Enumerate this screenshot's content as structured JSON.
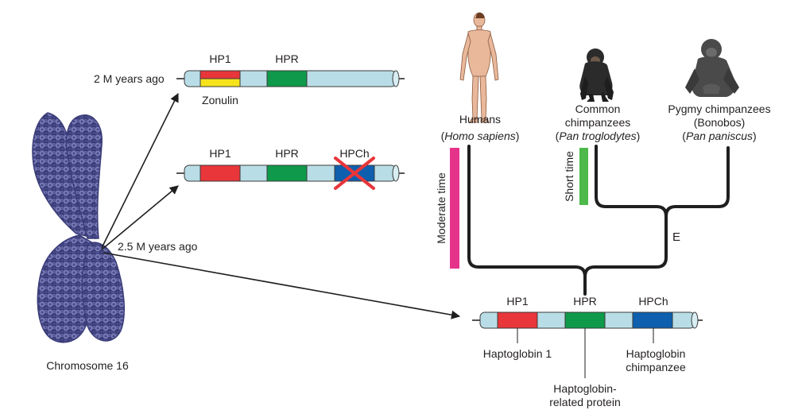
{
  "colors": {
    "chromosome": "#4a4c8c",
    "segment_light": "#b9dde6",
    "hp1": "#e8363a",
    "zonulin": "#f7e31b",
    "hpr": "#0e9a4a",
    "hpch": "#0e5fae",
    "cross": "#e8363a",
    "moderate_time_bar": "#e6338a",
    "short_time_bar": "#4cb94a",
    "tree_line": "#1f1f1f"
  },
  "chromosome": {
    "label": "Chromosome 16",
    "icon": "chromosome-icon"
  },
  "timeline": {
    "label_2m": "2 M years ago",
    "label_2_5m": "2.5 M years ago"
  },
  "gene_top": {
    "hp1": "HP1",
    "hpr": "HPR",
    "zonulin": "Zonulin"
  },
  "gene_middle": {
    "hp1": "HP1",
    "hpr": "HPR",
    "hpch": "HPCh"
  },
  "gene_bottom": {
    "hp1": "HP1",
    "hpr": "HPR",
    "hpch": "HPCh",
    "haptoglobin_1": "Haptoglobin 1",
    "haptoglobin_related_line1": "Haptoglobin-",
    "haptoglobin_related_line2": "related protein",
    "haptoglobin_chimp_line1": "Haptoglobin",
    "haptoglobin_chimp_line2": "chimpanzee"
  },
  "species": {
    "humans": {
      "name": "Humans",
      "paren_open": "(",
      "latin": "Homo sapiens",
      "paren_close": ")",
      "icon": "human-figure-icon"
    },
    "common_chimps": {
      "line1": "Common",
      "line2": "chimpanzees",
      "paren_open": "(",
      "latin": "Pan troglodytes",
      "paren_close": ")",
      "icon": "chimpanzee-icon"
    },
    "bonobos": {
      "line1": "Pygmy chimpanzees",
      "line2": "(Bonobos)",
      "paren_open": "(",
      "latin": "Pan paniscus",
      "paren_close": ")",
      "icon": "bonobo-icon"
    }
  },
  "tree": {
    "moderate_time": "Moderate time",
    "short_time": "Short time",
    "node_e": "E"
  }
}
